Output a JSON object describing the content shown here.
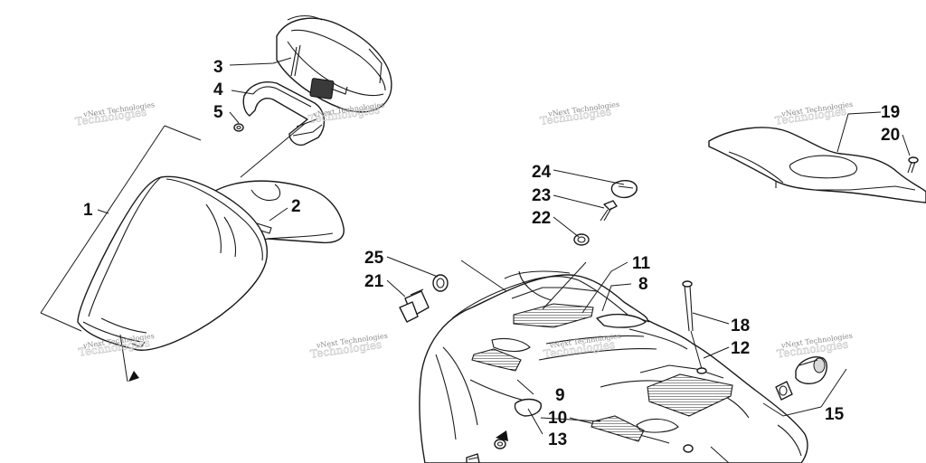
{
  "callouts": {
    "c1": "1",
    "c2": "2",
    "c3": "3",
    "c4": "4",
    "c5": "5",
    "c8": "8",
    "c9": "9",
    "c10": "10",
    "c11": "11",
    "c12": "12",
    "c13": "13",
    "c15": "15",
    "c18": "18",
    "c19": "19",
    "c20": "20",
    "c21": "21",
    "c22": "22",
    "c23": "23",
    "c24": "24",
    "c25": "25"
  },
  "watermark": {
    "text": "vNext Technologies",
    "text_outline": "Technologies"
  }
}
